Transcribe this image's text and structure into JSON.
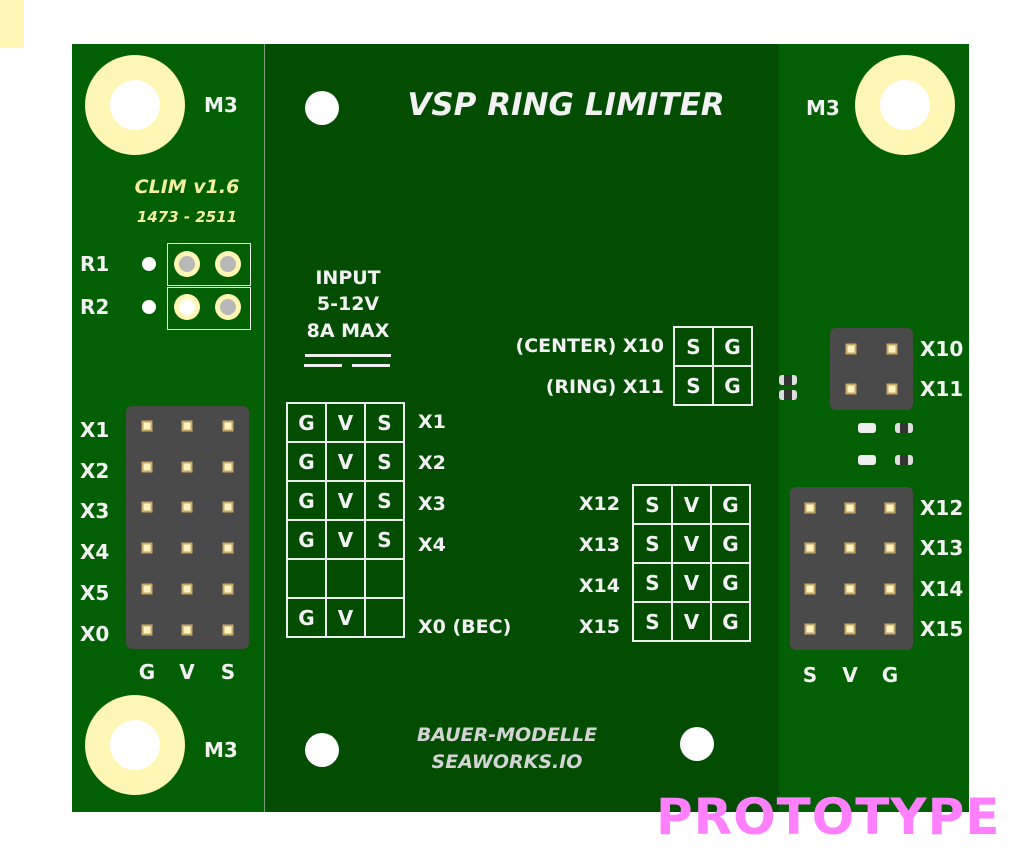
{
  "board": {
    "title": "VSP RING LIMITER",
    "version": "CLIM v1.6",
    "serial": "1473 - 2511",
    "mount_label": "M3",
    "input": [
      "INPUT",
      "5-12V",
      "8A MAX"
    ],
    "maker": [
      "BAUER-MODELLE",
      "SEAWORKS.IO"
    ],
    "watermark": "PROTOTYPE"
  },
  "left_header": {
    "rows": [
      "X1",
      "X2",
      "X3",
      "X4",
      "X5",
      "X0"
    ],
    "cols": [
      "G",
      "V",
      "S"
    ]
  },
  "trim": {
    "labels": [
      "R1",
      "R2"
    ]
  },
  "right_header": {
    "top_rows": [
      "X10",
      "X11"
    ],
    "rows": [
      "X12",
      "X13",
      "X14",
      "X15"
    ],
    "cols": [
      "S",
      "V",
      "G"
    ]
  },
  "legend_in": {
    "rows": [
      {
        "cells": [
          "G",
          "V",
          "S"
        ],
        "label": "X1"
      },
      {
        "cells": [
          "G",
          "V",
          "S"
        ],
        "label": "X2"
      },
      {
        "cells": [
          "G",
          "V",
          "S"
        ],
        "label": "X3"
      },
      {
        "cells": [
          "G",
          "V",
          "S"
        ],
        "label": "X4"
      },
      {
        "cells": [
          "",
          "",
          ""
        ],
        "label": ""
      },
      {
        "cells": [
          "G",
          "V",
          ""
        ],
        "label": "X0 (BEC)"
      }
    ]
  },
  "legend_ctrl": {
    "rows": [
      {
        "cells": [
          "S",
          "G"
        ],
        "label": "(CENTER) X10"
      },
      {
        "cells": [
          "S",
          "G"
        ],
        "label": "(RING) X11"
      }
    ]
  },
  "legend_out": {
    "rows": [
      {
        "cells": [
          "S",
          "V",
          "G"
        ],
        "label": "X12"
      },
      {
        "cells": [
          "S",
          "V",
          "G"
        ],
        "label": "X13"
      },
      {
        "cells": [
          "S",
          "V",
          "G"
        ],
        "label": "X14"
      },
      {
        "cells": [
          "S",
          "V",
          "G"
        ],
        "label": "X15"
      }
    ]
  },
  "colors": {
    "board": "#035f03",
    "center": "#034d03",
    "silk": "#f2f2f2",
    "watermark": "#ff80ff"
  }
}
